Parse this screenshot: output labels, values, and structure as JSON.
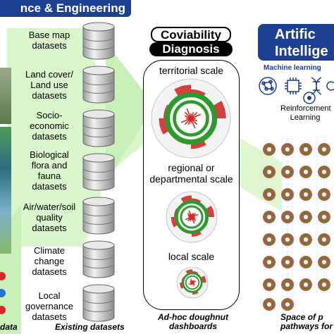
{
  "header": {
    "left_banner": "nce & Engineering",
    "coviability_title": "Coviability",
    "coviability_subtitle": "Diagnosis",
    "right_banner_line1": "Artific",
    "right_banner_line2": "Intellige"
  },
  "datasets": [
    {
      "label": "Base map datasets"
    },
    {
      "label": "Land cover/ Land use datasets"
    },
    {
      "label": "Socio-economic datasets"
    },
    {
      "label": "Biological flora and fauna datasets"
    },
    {
      "label": "Air/water/soil quality datasets"
    },
    {
      "label": "Climate change datasets"
    },
    {
      "label": "Local governance datasets"
    }
  ],
  "dataset_label_lines": [
    [
      "Base map",
      "datasets"
    ],
    [
      "Land cover/",
      "Land use",
      "datasets"
    ],
    [
      "Socio-",
      "economic",
      "datasets"
    ],
    [
      "Biological",
      "flora and",
      "fauna",
      "datasets"
    ],
    [
      "Air/water/soil",
      "quality",
      "datasets"
    ],
    [
      "Climate",
      "change",
      "datasets"
    ],
    [
      "Local",
      "governance",
      "datasets"
    ]
  ],
  "scales": {
    "territorial": "territorial scale",
    "regional_line1": "regional or",
    "regional_line2": "departmental scale",
    "local": "local scale"
  },
  "ai": {
    "machine_learning": "Machine learning",
    "reinforcement_line1": "Reinforcement",
    "reinforcement_line2": "Learning"
  },
  "captions": {
    "existing": "Existing datasets",
    "doughnut_line1": "Ad-hoc doughnut",
    "doughnut_line2": "dashboards",
    "space_line1": "Space of p",
    "space_line2": "pathways for",
    "left_data": "data"
  },
  "colors": {
    "banner_blue": "#1d3f94",
    "flow_green": "#c9f0b8",
    "doughnut_red": "#d42a2a",
    "doughnut_green": "#2e9a2e",
    "cylinder_gray": "#c8c8c8"
  }
}
